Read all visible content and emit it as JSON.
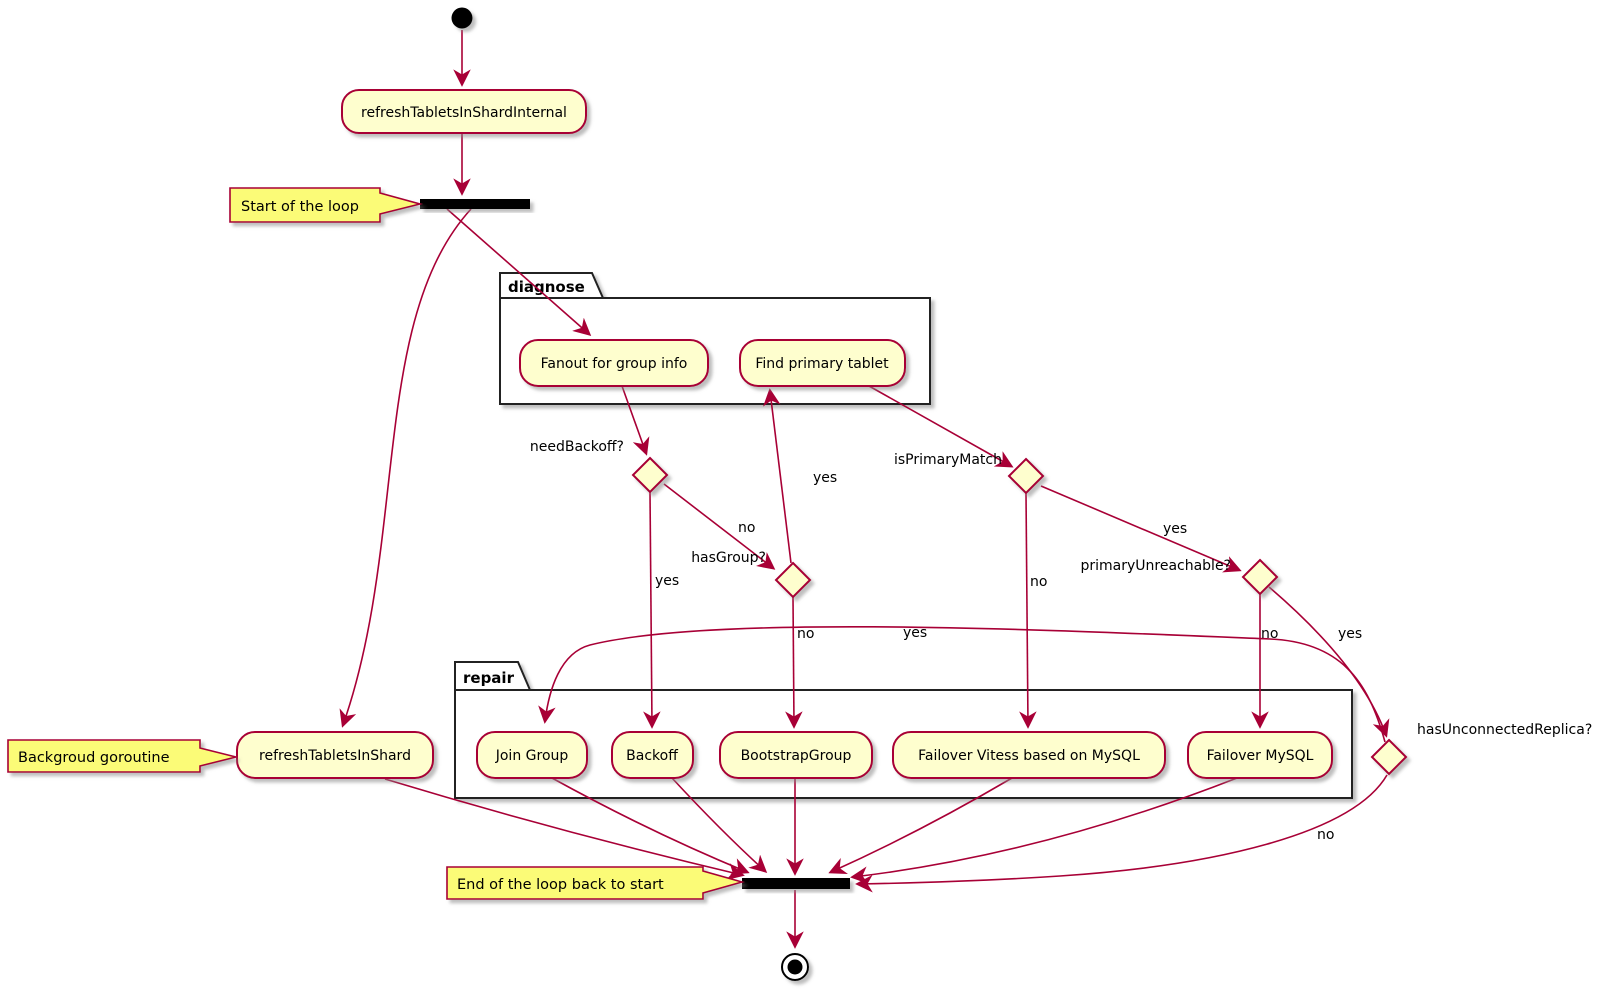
{
  "diagram": {
    "type": "plantuml-activity-diagram",
    "colors": {
      "activity_fill": "#FEFECE",
      "activity_border": "#A80036",
      "arrow": "#A80036",
      "note_fill": "#FBFB77",
      "note_border": "#A80036",
      "bar_fill": "#000000",
      "frame_border": "#222222",
      "text": "#000000"
    },
    "nodes": {
      "refresh_internal": {
        "label": "refreshTabletsInShardInternal"
      },
      "fanout": {
        "label": "Fanout for group info"
      },
      "find_primary": {
        "label": "Find primary tablet"
      },
      "join_group": {
        "label": "Join Group"
      },
      "backoff": {
        "label": "Backoff"
      },
      "bootstrap_group": {
        "label": "BootstrapGroup"
      },
      "failover_vitess": {
        "label": "Failover Vitess based on MySQL"
      },
      "failover_mysql": {
        "label": "Failover MySQL"
      },
      "refresh_shard": {
        "label": "refreshTabletsInShard"
      }
    },
    "frames": {
      "diagnose": {
        "title": "diagnose"
      },
      "repair": {
        "title": "repair"
      }
    },
    "decisions": {
      "need_backoff": {
        "label": "needBackoff?"
      },
      "has_group": {
        "label": "hasGroup?"
      },
      "is_primary_match": {
        "label": "isPrimaryMatch"
      },
      "primary_unreachable": {
        "label": "primaryUnreachable?"
      },
      "has_unconnected_replica": {
        "label": "hasUnconnectedReplica?"
      }
    },
    "notes": {
      "start_loop": {
        "text": "Start of the loop"
      },
      "background_goroutine": {
        "text": "Backgroud goroutine"
      },
      "end_loop": {
        "text": "End of the loop back to start"
      }
    },
    "edge_labels": {
      "need_backoff_yes": "yes",
      "need_backoff_no": "no",
      "has_group_yes": "yes",
      "has_group_no": "no",
      "is_primary_match_yes": "yes",
      "is_primary_match_no": "no",
      "primary_unreachable_yes": "yes",
      "primary_unreachable_no": "no",
      "has_unconnected_replica_yes": "yes",
      "has_unconnected_replica_no": "no"
    },
    "edges": [
      {
        "from": "start",
        "to": "refresh_internal",
        "label": ""
      },
      {
        "from": "refresh_internal",
        "to": "start_bar",
        "label": ""
      },
      {
        "from": "start_bar",
        "to": "fanout",
        "label": ""
      },
      {
        "from": "start_bar",
        "to": "refresh_shard",
        "label": ""
      },
      {
        "from": "fanout",
        "to": "need_backoff",
        "label": ""
      },
      {
        "from": "need_backoff",
        "to": "backoff",
        "label": "yes"
      },
      {
        "from": "need_backoff",
        "to": "has_group",
        "label": "no"
      },
      {
        "from": "has_group",
        "to": "find_primary",
        "label": "yes"
      },
      {
        "from": "has_group",
        "to": "bootstrap_group",
        "label": "no"
      },
      {
        "from": "find_primary",
        "to": "is_primary_match",
        "label": ""
      },
      {
        "from": "is_primary_match",
        "to": "failover_vitess",
        "label": "no"
      },
      {
        "from": "is_primary_match",
        "to": "primary_unreachable",
        "label": "yes"
      },
      {
        "from": "primary_unreachable",
        "to": "failover_mysql",
        "label": "no"
      },
      {
        "from": "primary_unreachable",
        "to": "has_unconnected_replica",
        "label": "yes"
      },
      {
        "from": "has_unconnected_replica",
        "to": "join_group",
        "label": "yes"
      },
      {
        "from": "has_unconnected_replica",
        "to": "end_bar",
        "label": "no"
      },
      {
        "from": "refresh_shard",
        "to": "end_bar",
        "label": ""
      },
      {
        "from": "join_group",
        "to": "end_bar",
        "label": ""
      },
      {
        "from": "backoff",
        "to": "end_bar",
        "label": ""
      },
      {
        "from": "bootstrap_group",
        "to": "end_bar",
        "label": ""
      },
      {
        "from": "failover_vitess",
        "to": "end_bar",
        "label": ""
      },
      {
        "from": "failover_mysql",
        "to": "end_bar",
        "label": ""
      },
      {
        "from": "end_bar",
        "to": "end",
        "label": ""
      }
    ]
  }
}
